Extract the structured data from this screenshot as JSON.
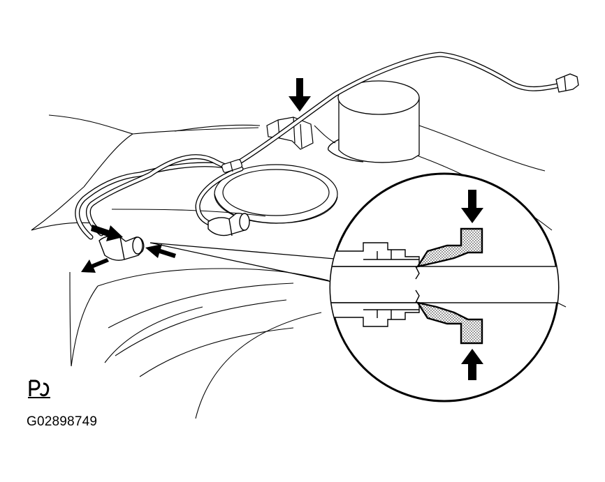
{
  "figure": {
    "id_label": "G02898749",
    "icon_name": "service-marker-icon",
    "colors": {
      "line": "#000000",
      "background": "#ffffff",
      "seal_fill": "#9a9a9a"
    }
  },
  "callout_arrows": [
    "push-arrow-upper-clamp",
    "push-arrow-connector-left",
    "push-arrow-connector-right",
    "pull-arrow-connector",
    "push-arrow-inset-top",
    "push-arrow-inset-bottom"
  ]
}
